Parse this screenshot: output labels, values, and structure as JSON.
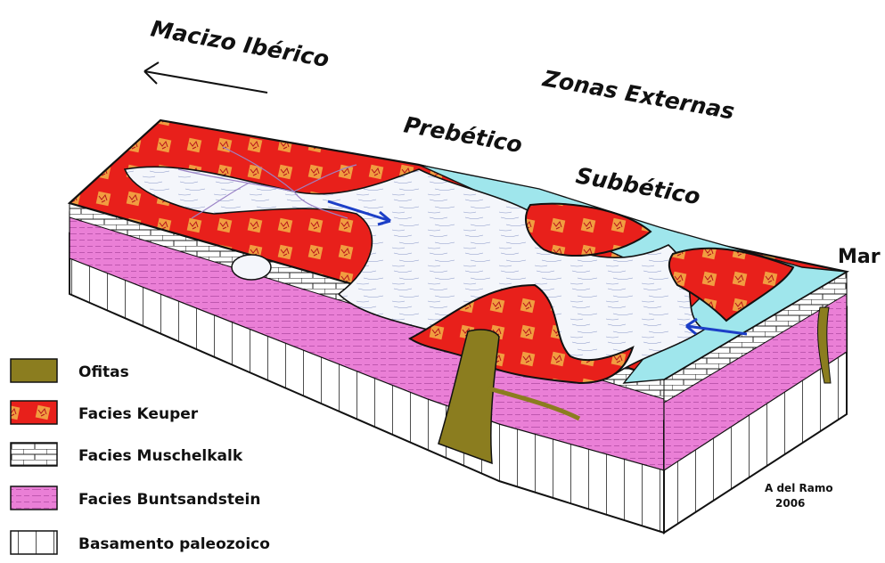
{
  "labels": {
    "macizo": "Macizo Ibérico",
    "zonas": "Zonas Externas",
    "prebetico": "Prebético",
    "subbetico": "Subbético",
    "mar": "Mar"
  },
  "signature": {
    "name": "A del Ramo",
    "year": "2006"
  },
  "legend": [
    {
      "label": "Ofitas",
      "pattern": "solid-olive",
      "color": "#8b7d1f"
    },
    {
      "label": "Facies Keuper",
      "pattern": "red-dots",
      "color": "#e8201b"
    },
    {
      "label": "Facies Muschelkalk",
      "pattern": "bricks",
      "color": "#ffffff"
    },
    {
      "label": "Facies Buntsandstein",
      "pattern": "pink-lines",
      "color": "#ea7fd6"
    },
    {
      "label": "Basamento paleozoico",
      "pattern": "vertical-bars",
      "color": "#ffffff"
    }
  ],
  "colors": {
    "keuper": "#e8201b",
    "buntsandstein": "#ea7fd6",
    "ofitas": "#8b7d1f",
    "sea": "#9fe6ec",
    "flow_arrow": "#1c3fc7"
  },
  "icons": [
    "west-arrow-icon",
    "flow-arrow-icon"
  ]
}
